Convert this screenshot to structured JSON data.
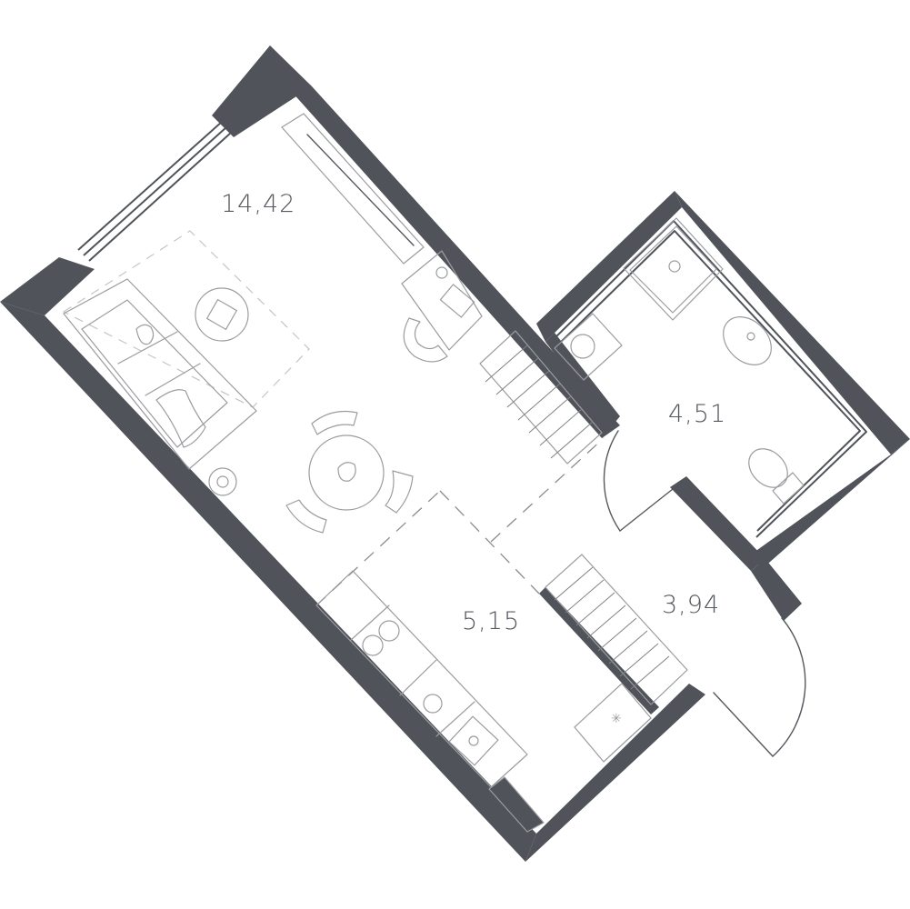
{
  "rooms": [
    {
      "id": "living",
      "area": "14,42"
    },
    {
      "id": "bathroom",
      "area": "4,51"
    },
    {
      "id": "kitchen",
      "area": "5,15"
    },
    {
      "id": "hall",
      "area": "3,94"
    }
  ],
  "colors": {
    "wall": "#50535a",
    "furniture": "#9a9ca0",
    "background": "#ffffff"
  }
}
